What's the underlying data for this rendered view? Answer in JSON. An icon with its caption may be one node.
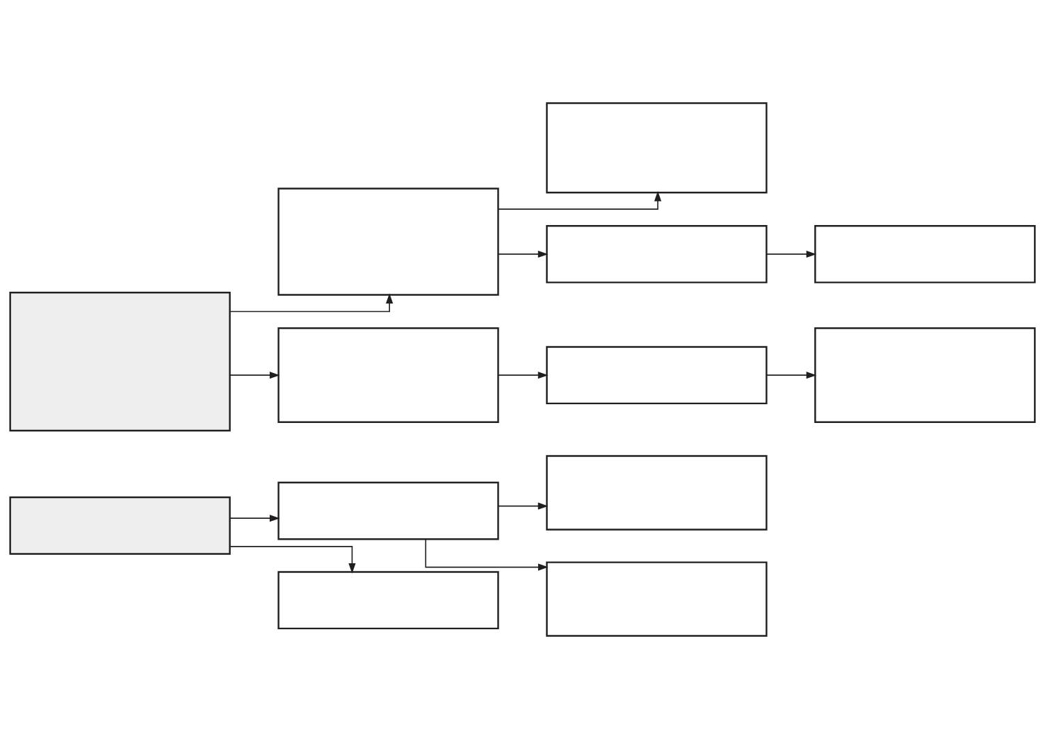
{
  "diagram": {
    "nodes": [
      {
        "text": [],
        "shape": "box"
      },
      {
        "text": [],
        "shape": "box"
      },
      {
        "text": [],
        "shape": "box"
      },
      {
        "text": [],
        "shape": "box"
      },
      {
        "text": [],
        "shape": "box"
      },
      {
        "text": [],
        "shape": "box"
      },
      {
        "text": [],
        "shape": "box"
      },
      {
        "text": [],
        "shape": "box"
      },
      {
        "text": [],
        "shape": "box"
      },
      {
        "text": [],
        "shape": "box"
      },
      {
        "text": [],
        "shape": "box"
      },
      {
        "text": [],
        "shape": "box"
      },
      {
        "text": [],
        "shape": "box"
      }
    ],
    "edges": [
      {
        "from": 2,
        "to": 0,
        "arrow": "to"
      },
      {
        "from": 2,
        "to": 1,
        "arrow": "to"
      },
      {
        "from": 5,
        "to": 2,
        "arrow": "to"
      },
      {
        "from": 5,
        "to": 3,
        "arrow": "to"
      },
      {
        "from": 4,
        "to": 6,
        "arrow": "to"
      },
      {
        "from": 4,
        "to": 7,
        "arrow": "to"
      },
      {
        "from": 6,
        "to": 8,
        "arrow": "to"
      },
      {
        "from": 6,
        "to": 9,
        "arrow": "to"
      },
      {
        "from": 7,
        "to": 10,
        "arrow": "to"
      },
      {
        "from": 9,
        "to": 11,
        "arrow": "to"
      },
      {
        "from": 10,
        "to": 12,
        "arrow": "to"
      }
    ]
  }
}
